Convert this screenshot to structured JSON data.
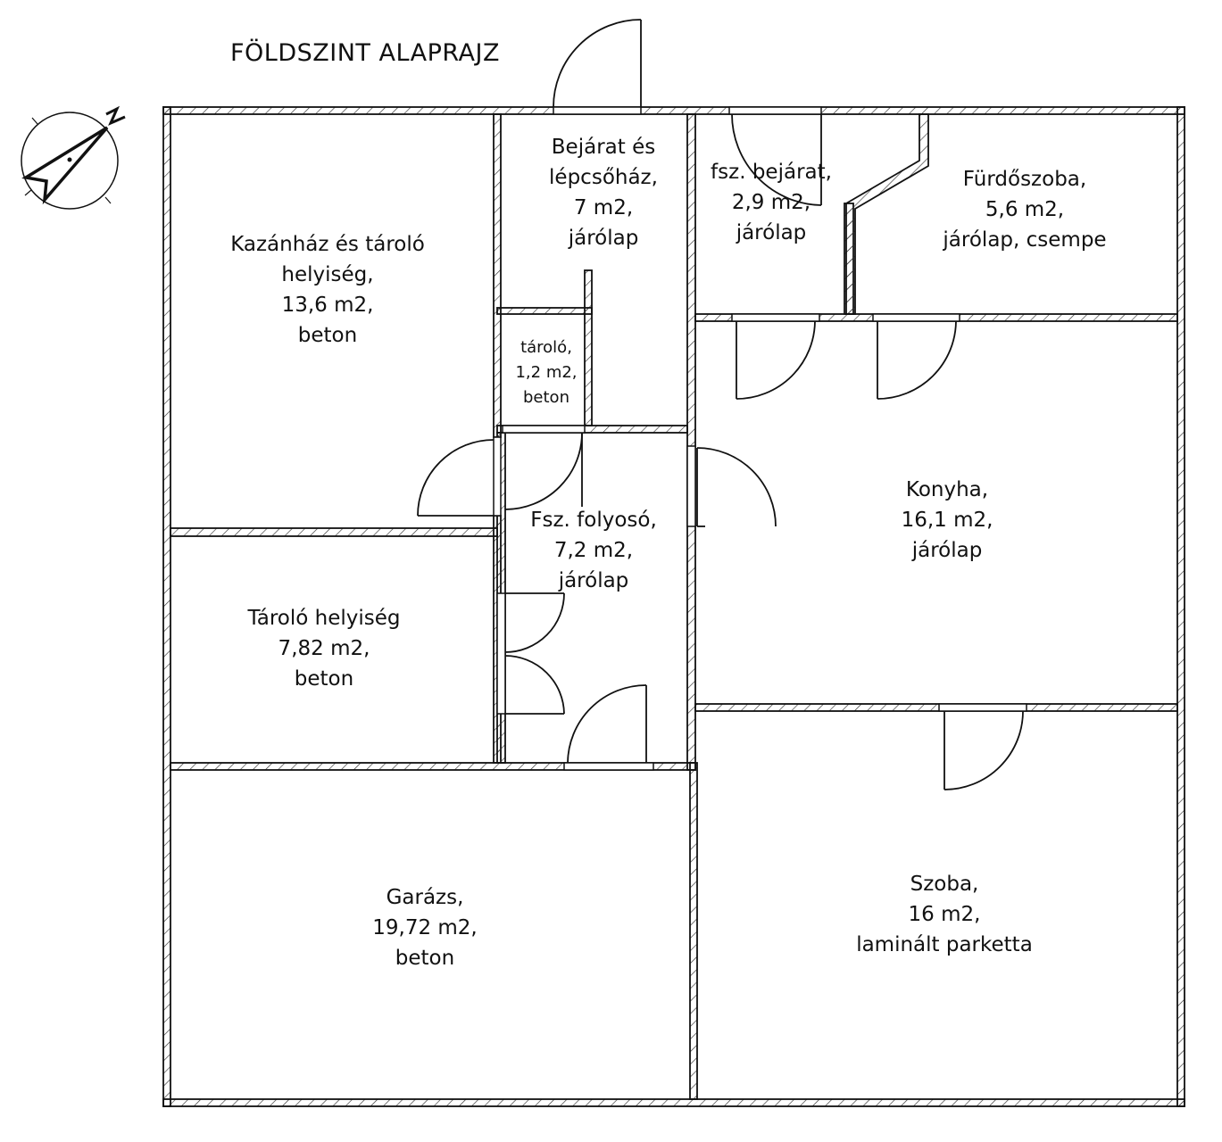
{
  "title": "FÖLDSZINT ALAPRAJZ",
  "compass": {
    "label": "N"
  },
  "rooms": [
    {
      "id": "kazanhaz",
      "lines": [
        "Kazánház és tároló",
        "helyiség,",
        "13,6 m2,",
        "beton"
      ]
    },
    {
      "id": "bejarat",
      "lines": [
        "Bejárat és",
        "lépcsőház,",
        "7 m2,",
        "járólap"
      ]
    },
    {
      "id": "fsz_bejarat",
      "lines": [
        "fsz. bejárat,",
        "2,9 m2,",
        "járólap"
      ]
    },
    {
      "id": "furdo",
      "lines": [
        "Fürdőszoba,",
        "5,6 m2,",
        "járólap, csempe"
      ]
    },
    {
      "id": "tarolo_small",
      "lines": [
        "tároló,",
        "1,2 m2,",
        "beton"
      ]
    },
    {
      "id": "folyoso",
      "lines": [
        "Fsz. folyosó,",
        "7,2 m2,",
        "járólap"
      ]
    },
    {
      "id": "konyha",
      "lines": [
        "Konyha,",
        "16,1 m2,",
        "járólap"
      ]
    },
    {
      "id": "tarolo_helyiseg",
      "lines": [
        "Tároló helyiség",
        "7,82 m2,",
        "beton"
      ]
    },
    {
      "id": "garazs",
      "lines": [
        "Garázs,",
        "19,72 m2,",
        "beton"
      ]
    },
    {
      "id": "szoba",
      "lines": [
        "Szoba,",
        "16 m2,",
        "laminált parketta"
      ]
    }
  ]
}
